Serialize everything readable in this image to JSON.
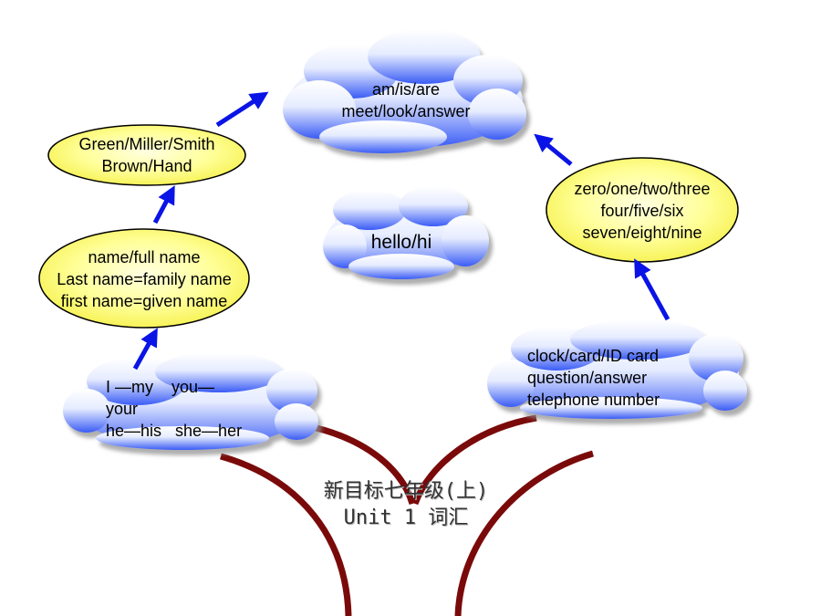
{
  "title": {
    "line1": "新目标七年级(上)",
    "line2": "Unit 1 词汇"
  },
  "clouds": {
    "top": [
      "am/is/are",
      "meet/look/answer"
    ],
    "center": [
      "hello/hi"
    ],
    "bottom_left": [
      "I —my    you—",
      "your",
      "he—his   she—her"
    ],
    "bottom_right": [
      "clock/card/ID card",
      "question/answer",
      "telephone number"
    ]
  },
  "ellipses": {
    "names": [
      "Green/Miller/Smith",
      "Brown/Hand"
    ],
    "name_types": [
      "name/full name",
      "Last name=family name",
      "first name=given name"
    ],
    "numbers": [
      "zero/one/two/three",
      "four/five/six",
      "seven/eight/nine"
    ]
  },
  "colors": {
    "cloud_top": "#ffffff",
    "cloud_bottom": "#3a5cf5",
    "ellipse_fill": "#ffff66",
    "arrow": "#0a14e6",
    "tree": "#7a0a0a"
  }
}
